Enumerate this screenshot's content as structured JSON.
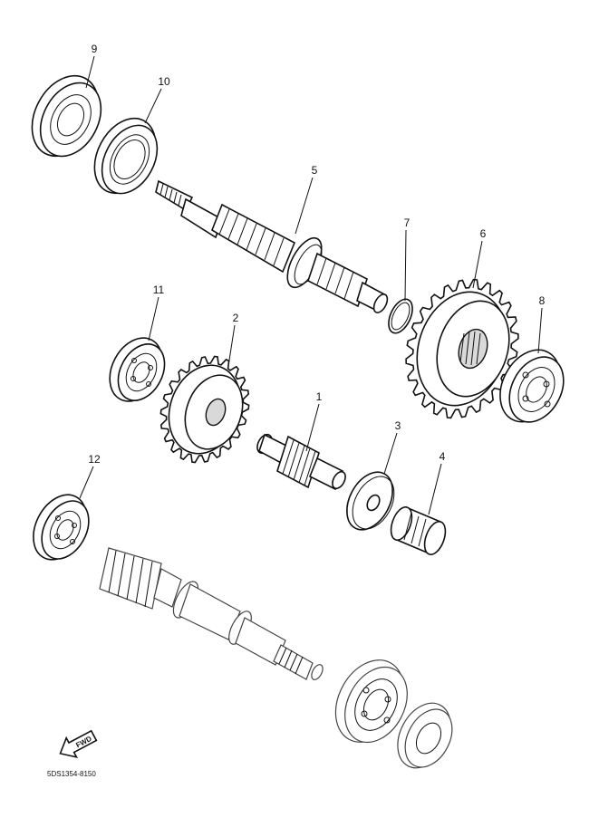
{
  "diagram": {
    "callouts": [
      "1",
      "2",
      "3",
      "4",
      "5",
      "6",
      "7",
      "8",
      "9",
      "10",
      "11",
      "12"
    ],
    "direction_label": "FWD",
    "drawing_code": "5DS1354-8150"
  }
}
